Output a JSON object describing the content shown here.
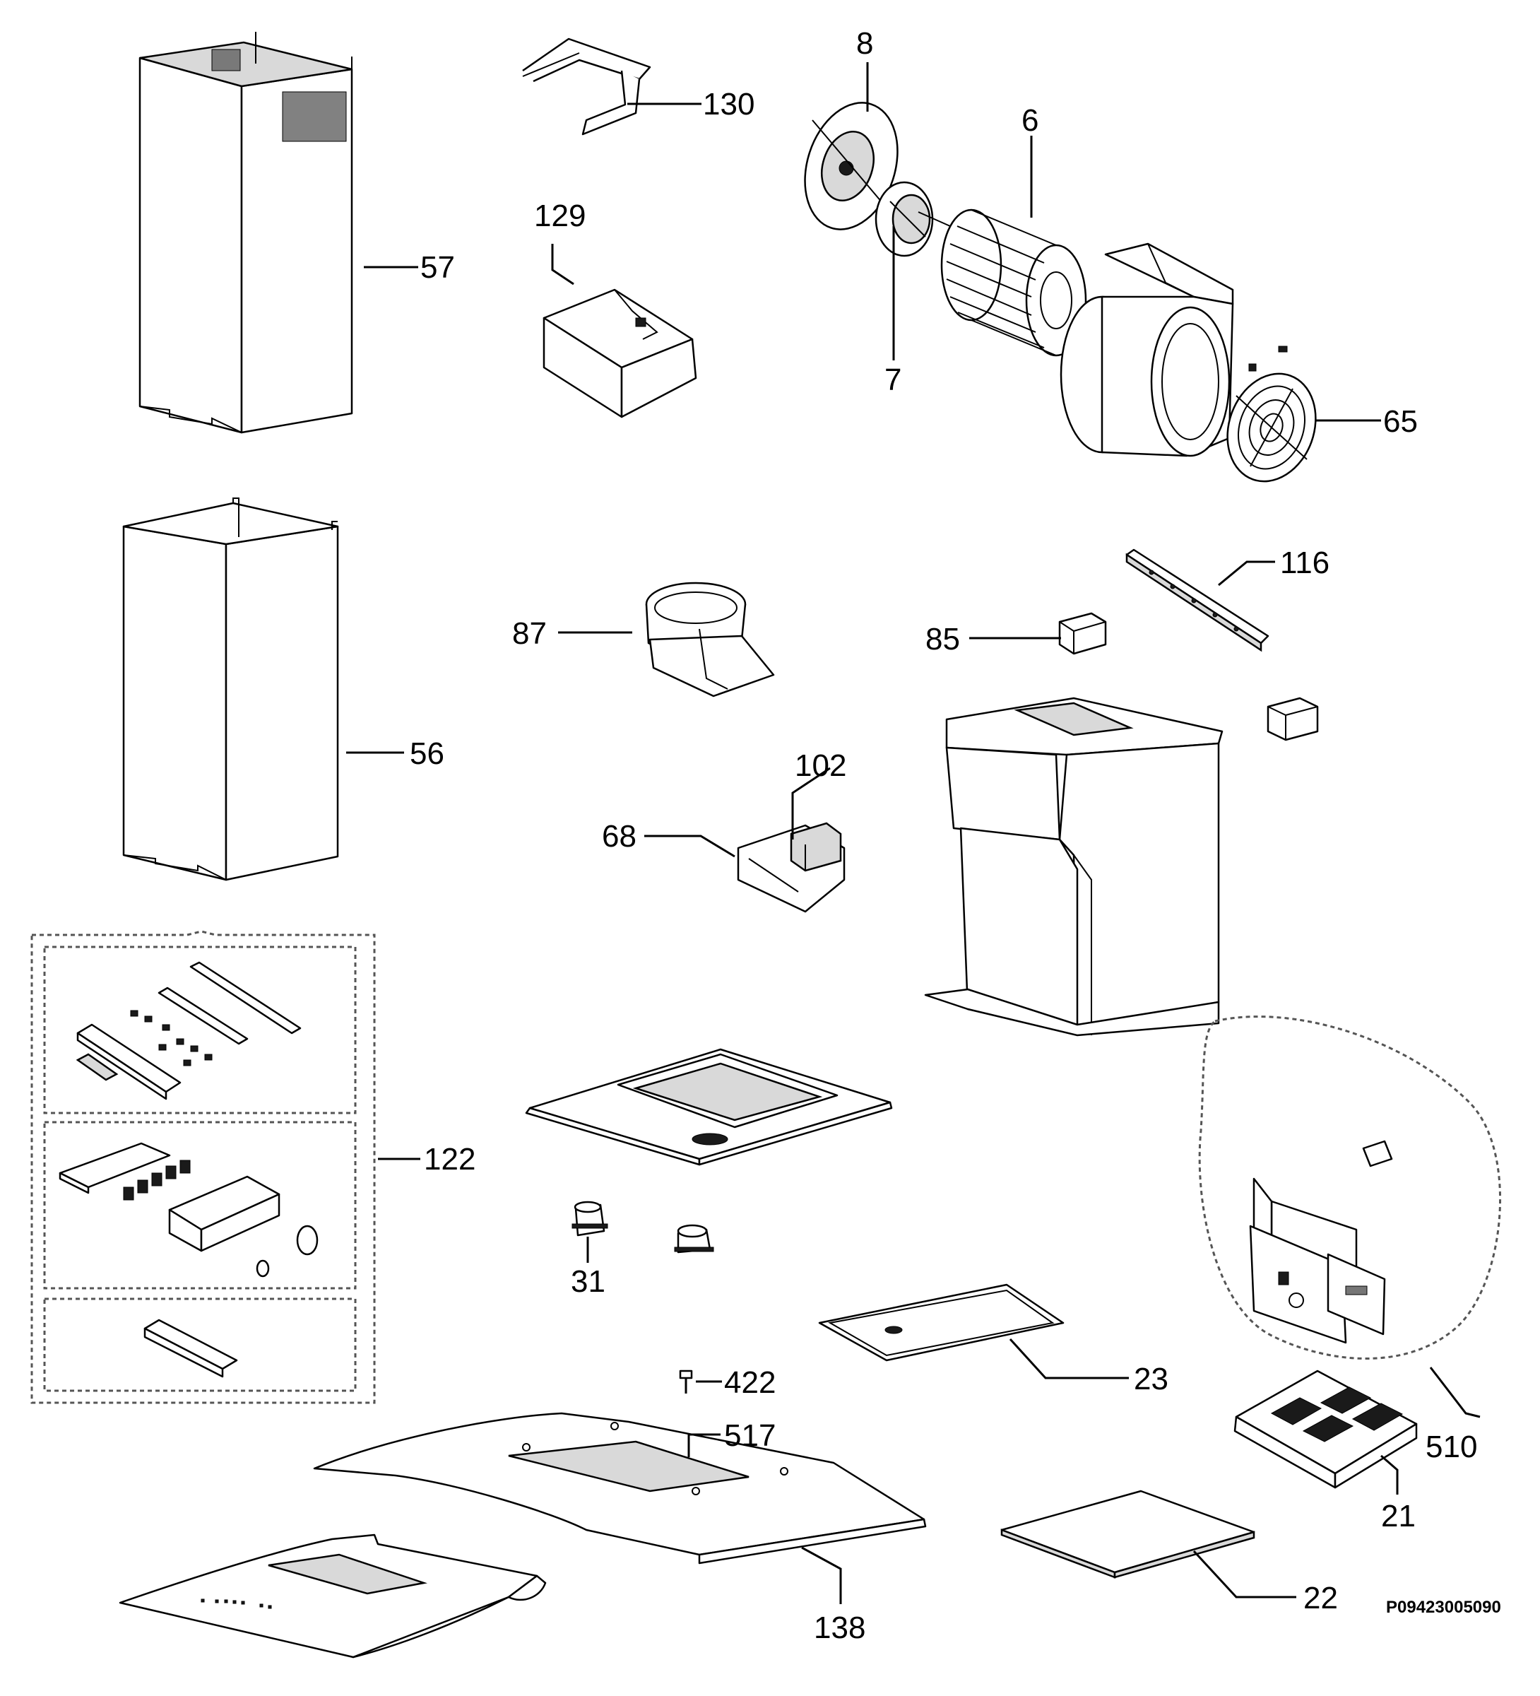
{
  "callouts": [
    {
      "id": "l130",
      "text": "130"
    },
    {
      "id": "l8",
      "text": "8"
    },
    {
      "id": "l6",
      "text": "6"
    },
    {
      "id": "l129",
      "text": "129"
    },
    {
      "id": "l57",
      "text": "57"
    },
    {
      "id": "l7",
      "text": "7"
    },
    {
      "id": "l65",
      "text": "65"
    },
    {
      "id": "l116",
      "text": "116"
    },
    {
      "id": "l87",
      "text": "87"
    },
    {
      "id": "l85",
      "text": "85"
    },
    {
      "id": "l56",
      "text": "56"
    },
    {
      "id": "l102",
      "text": "102"
    },
    {
      "id": "l68",
      "text": "68"
    },
    {
      "id": "l122",
      "text": "122"
    },
    {
      "id": "l31",
      "text": "31"
    },
    {
      "id": "l23",
      "text": "23"
    },
    {
      "id": "l422",
      "text": "422"
    },
    {
      "id": "l517",
      "text": "517"
    },
    {
      "id": "l510",
      "text": "510"
    },
    {
      "id": "l21",
      "text": "21"
    },
    {
      "id": "l138",
      "text": "138"
    },
    {
      "id": "l22",
      "text": "22"
    }
  ],
  "drawing_code": "P09423005090"
}
